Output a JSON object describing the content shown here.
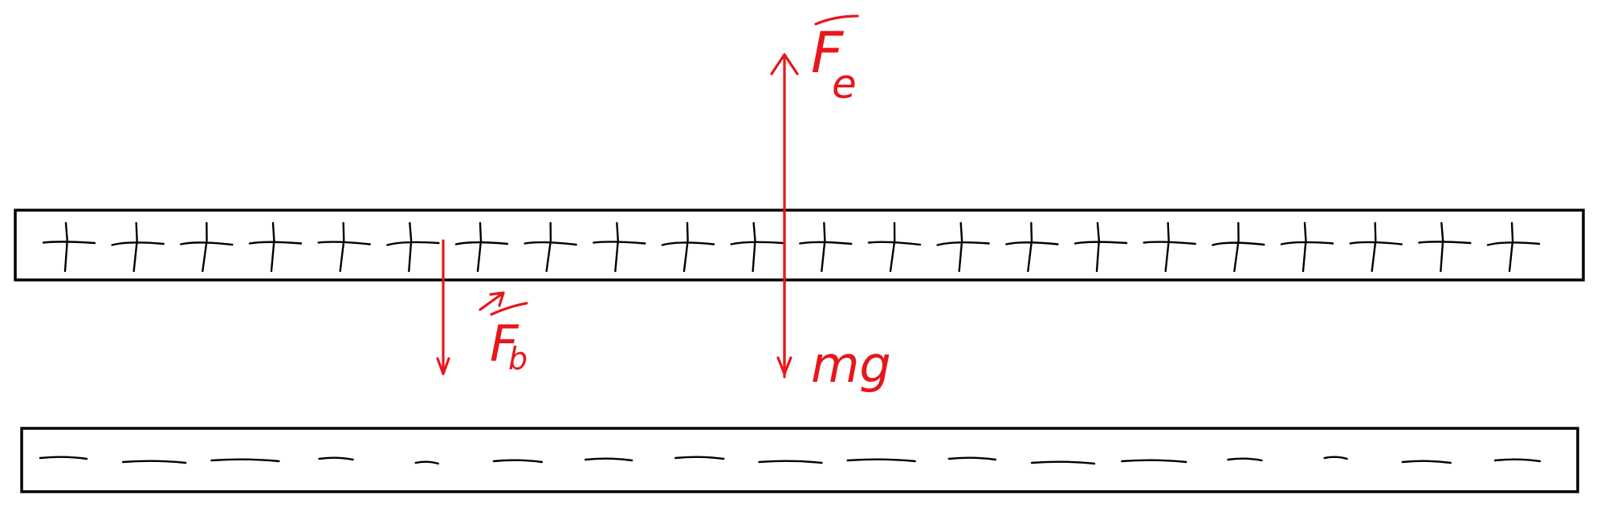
{
  "diagram": {
    "colors": {
      "background": "#ffffff",
      "plates": "#000000",
      "forces": "#e8161b"
    },
    "top_plate": {
      "charge_sign": "+",
      "charge_count": 22
    },
    "bottom_plate": {
      "charge_sign": "−",
      "charge_count": 17
    },
    "forces": {
      "electric": {
        "label_main": "F",
        "label_sub": "e",
        "direction": "up"
      },
      "weight": {
        "label": "mg",
        "direction": "down"
      },
      "other": {
        "label_main": "F",
        "label_sub": "b",
        "has_vector_arrow": true,
        "direction": "down"
      }
    }
  }
}
